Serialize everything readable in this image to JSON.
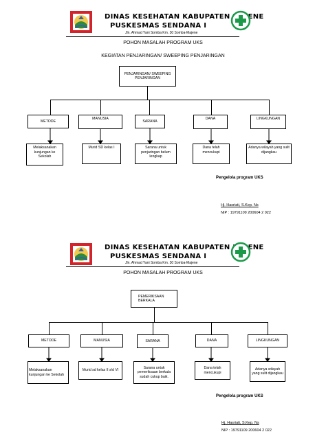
{
  "header": {
    "line1": "DINAS KESEHATAN KABUPATEN MAJENE",
    "line2": "PUSKESMAS SENDANA I",
    "address": "Jln. Ahmad Yani Somba Km. 30 Somba-Majene"
  },
  "colors": {
    "logo_red": "#d3242b",
    "logo_yellow": "#f2c94c",
    "logo_green": "#2e8b3a",
    "logo_blue": "#3a5fa8",
    "cross_green": "#1b9b4a"
  },
  "section1": {
    "title": "POHON MASALAH PROGRAM UKS",
    "subtitle": "KEGIATAN PENJARINGAN/ SWEEPING PENJARINGAN",
    "root": "PENJARINGAN/ SWEEPING PENJARINGAN",
    "categories": [
      "METODE",
      "MANUSIA",
      "SARANA",
      "DANA",
      "LINGKUNGAN"
    ],
    "causes": [
      "Melaksanakan kunjungan ke Sekolah",
      "Murid SD kelas I",
      "Sarana untuk penjaringan belum lengkap",
      "Dana telah mencukupi",
      "Adanya wilayah yang sulit dijangkau"
    ],
    "signature": {
      "role": "Pengelola program UKS",
      "name": "Hj. Hasriati, S.Kep. Ns",
      "nip": "NIP : 19791109 200604 2 022"
    }
  },
  "section2": {
    "title": "POHON MASALAH PROGRAM UKS",
    "root": "PEMERIKSAAN BERKALA",
    "categories": [
      "METODE",
      "MANUSIA",
      "SARANA",
      "DANA",
      "LINGKUNGAN"
    ],
    "causes": [
      "Melaksanakan kunjungan ke Sekolah",
      "Murid sd kelas II s/d VI",
      "Sarana untuk pemeriksaan berkala sudah cukup baik.",
      "Dana telah mencukupi",
      "Adanya wilayah yang sulit dijangkau"
    ],
    "signature": {
      "role": "Pengelola program UKS",
      "name": "Hj. Hasriati, S.Kep. Ns",
      "nip": "NIP : 19791109 200604 2 022"
    }
  }
}
